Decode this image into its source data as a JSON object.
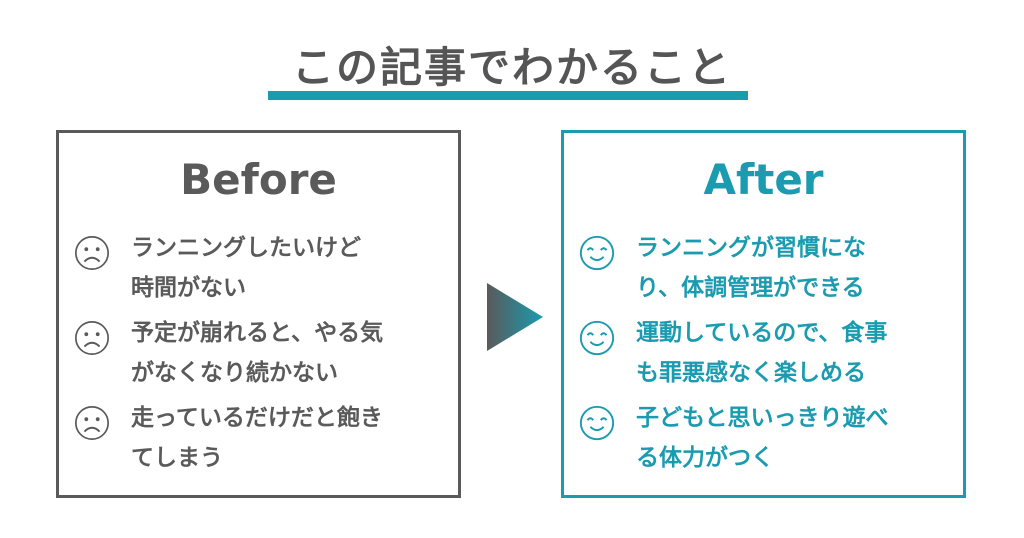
{
  "title": "この記事でわかること",
  "before": {
    "heading": "Before",
    "items": [
      {
        "icon": "sad-face-icon",
        "text": "ランニングしたいけど\n時間がない"
      },
      {
        "icon": "sad-face-icon",
        "text": "予定が崩れると、やる気\nがなくなり続かない"
      },
      {
        "icon": "sad-face-icon",
        "text": "走っているだけだと飽き\nてしまう"
      }
    ]
  },
  "after": {
    "heading": "After",
    "items": [
      {
        "icon": "smile-face-icon",
        "text": "ランニングが習慣にな\nり、体調管理ができる"
      },
      {
        "icon": "smile-face-icon",
        "text": "運動しているので、食事\nも罪悪感なく楽しめる"
      },
      {
        "icon": "smile-face-icon",
        "text": "子どもと思いっきり遊べ\nる体力がつく"
      }
    ]
  },
  "colors": {
    "accent": "#1a9bb0",
    "gray": "#5a5a5a"
  }
}
